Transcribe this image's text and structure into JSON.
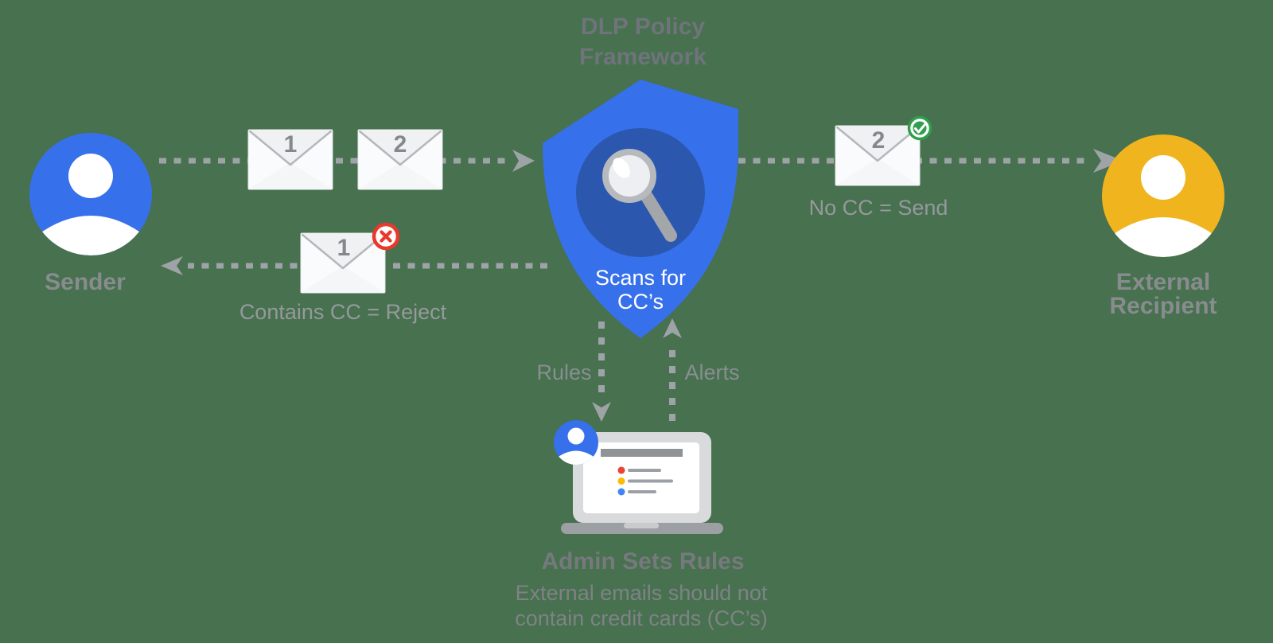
{
  "colors": {
    "background": "#47714F",
    "primary_blue": "#3770EB",
    "shield_inner_blue": "#2B57AE",
    "recipient_yellow": "#F0B41F",
    "arrow_gray": "#9EA3A7",
    "reject_red": "#E8392C",
    "approve_green": "#2F9E4D",
    "text_gray": "#85898C"
  },
  "title": {
    "line1": "DLP Policy",
    "line2": "Framework"
  },
  "shield": {
    "label_line1": "Scans for",
    "label_line2": "CC’s"
  },
  "sender": {
    "label": "Sender"
  },
  "recipient": {
    "label_line1": "External",
    "label_line2": "Recipient"
  },
  "flows": {
    "outbound": {
      "envelope1_number": "1",
      "envelope2_number": "2"
    },
    "send": {
      "envelope_number": "2",
      "caption": "No CC = Send",
      "badge_icon": "check-circle"
    },
    "reject": {
      "envelope_number": "1",
      "caption": "Contains CC = Reject",
      "badge_icon": "x-circle"
    }
  },
  "admin": {
    "rules_label": "Rules",
    "alerts_label": "Alerts",
    "title": "Admin Sets Rules",
    "subtitle_line1": "External emails should not",
    "subtitle_line2": "contain credit cards (CC’s)"
  }
}
